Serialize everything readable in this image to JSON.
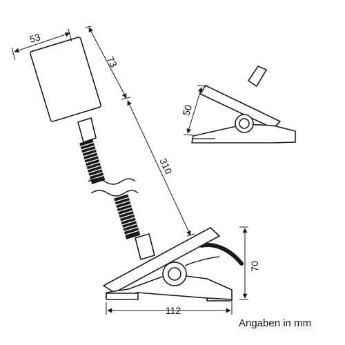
{
  "dimensions": {
    "head_width": "53",
    "head_height": "73",
    "total_length": "310",
    "clip_opening": "50",
    "clip_height": "70",
    "clip_length": "112"
  },
  "caption": "Angaben in mm",
  "colors": {
    "line": "#1a1a1a",
    "cable": "#1a1a1a",
    "background": "#ffffff"
  }
}
